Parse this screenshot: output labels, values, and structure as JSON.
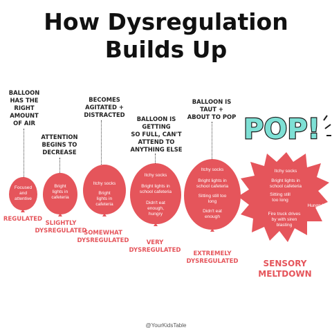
{
  "title": {
    "line1": "How Dysregulation",
    "line2": "Builds Up"
  },
  "stages": [
    {
      "description": "BALLOON\nHAS THE\nRIGHT\nAMOUNT\nOF AIR",
      "items": [
        "Focused\nand\nattentive"
      ],
      "status": "REGULATED"
    },
    {
      "description": "ATTENTION\nBEGINS TO\nDECREASE",
      "items": [
        "Bright\nlights in\ncafeteria"
      ],
      "status": "SLIGHTLY\nDYSREGULATED"
    },
    {
      "description": "BECOMES\nAGITATED +\nDISTRACTED",
      "items": [
        "Itchy socks",
        "Bright\nlights in\ncafeteria"
      ],
      "status": "SOMEWHAT\nDYSREGULATED"
    },
    {
      "description": "BALLOON  IS\nGETTING\nSO FULL, CAN'T\nATTEND TO\nANYTHING ELSE",
      "items": [
        "Itchy socks",
        "Bright lights in\nschool cafeteria",
        "Didn't eat\nenough,\nhungry"
      ],
      "status": "VERY\nDYSREGULATED"
    },
    {
      "description": "BALLOON IS\nTAUT +\nABOUT TO POP",
      "items": [
        "Itchy socks",
        "Bright lights in\nschool cafeteria",
        "Sitting still too\nlong",
        "Didn't eat\nenough"
      ],
      "status": "EXTREMELY\nDYSREGULATED"
    },
    {
      "description": "",
      "items": [
        "Itchy socks",
        "Bright lights in\nschool cafeteria",
        "Sitting still\ntoo long",
        "Hungry!",
        "Fire truck drives\nby with siren\nblasting"
      ],
      "status": "SENSORY\nMELTDOWN"
    }
  ],
  "pop_label": "POP!",
  "footer": "@YourKidsTable",
  "colors": {
    "balloon": "#e5555b",
    "status_text": "#e5555b",
    "pop_text": "#7ee0d5"
  }
}
